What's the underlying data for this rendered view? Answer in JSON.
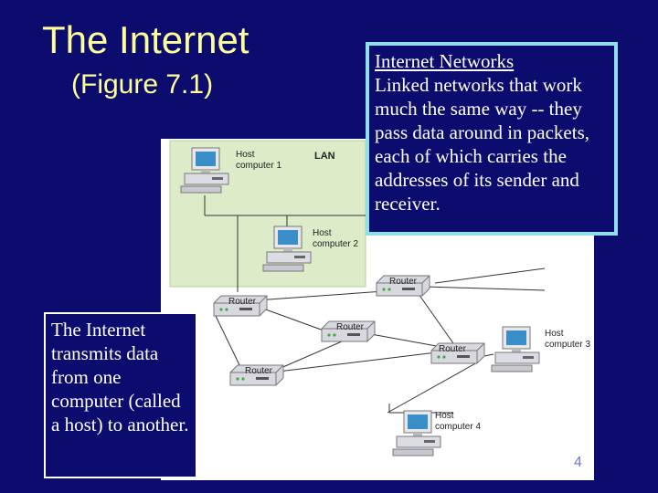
{
  "slide": {
    "title": "The Internet",
    "subtitle": "(Figure 7.1)",
    "page_number": "4"
  },
  "callouts": {
    "networks_heading": "Internet Networks",
    "networks_body": "Linked networks that work much the same way -- they pass data around in packets, each of which carries the addresses of its sender and receiver.",
    "internet_heading": "The Internet",
    "internet_body": "transmits data from one computer (called a host) to another."
  },
  "figure": {
    "lan_label": "LAN",
    "hosts": [
      {
        "line1": "Host",
        "line2": "computer 1"
      },
      {
        "line1": "Host",
        "line2": "computer 2"
      },
      {
        "line1": "Host",
        "line2": "computer 3"
      },
      {
        "line1": "Host",
        "line2": "computer 4"
      }
    ],
    "router_label": "Router"
  },
  "colors": {
    "background": "#0c0c6e",
    "title": "#ffff99",
    "callout_border": "#8de0e8",
    "lan_fill": "#dcebc8"
  }
}
